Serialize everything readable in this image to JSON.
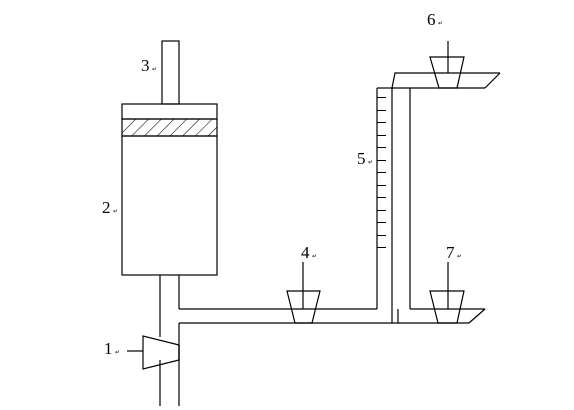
{
  "labels": {
    "valve_1": "1",
    "cylinder_2": "2",
    "rod_3": "3",
    "valve_4": "4",
    "column_5": "5",
    "valve_6": "6",
    "valve_7": "7"
  },
  "label_mark": "↵",
  "scale_tick_count": 13
}
